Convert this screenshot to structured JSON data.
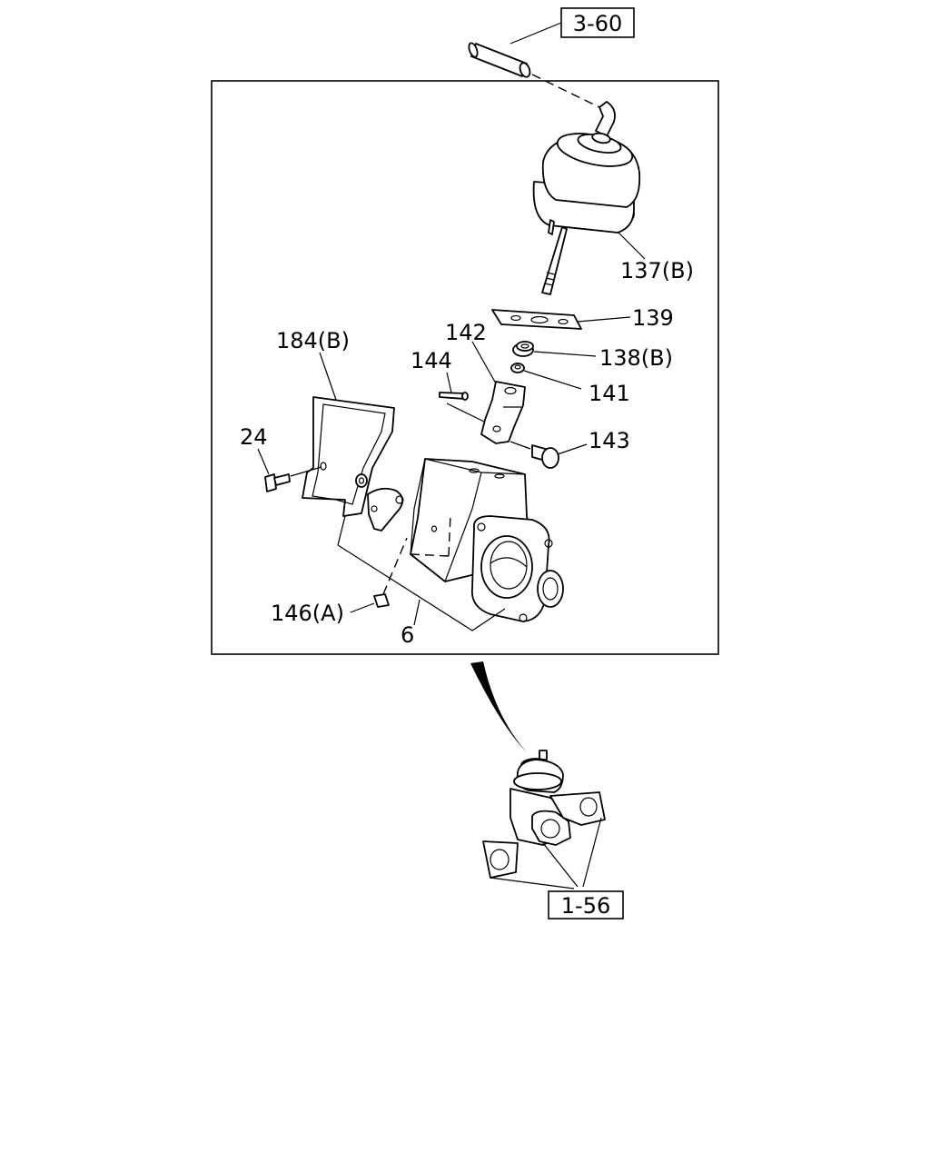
{
  "references": {
    "ref_top": "3-60",
    "ref_bottom": "1-56"
  },
  "callouts": {
    "c137b": "137(B)",
    "c139": "139",
    "c138b": "138(B)",
    "c141": "141",
    "c142": "142",
    "c143": "143",
    "c144": "144",
    "c184b": "184(B)",
    "c24": "24",
    "c146a": "146(A)",
    "c6": "6"
  }
}
